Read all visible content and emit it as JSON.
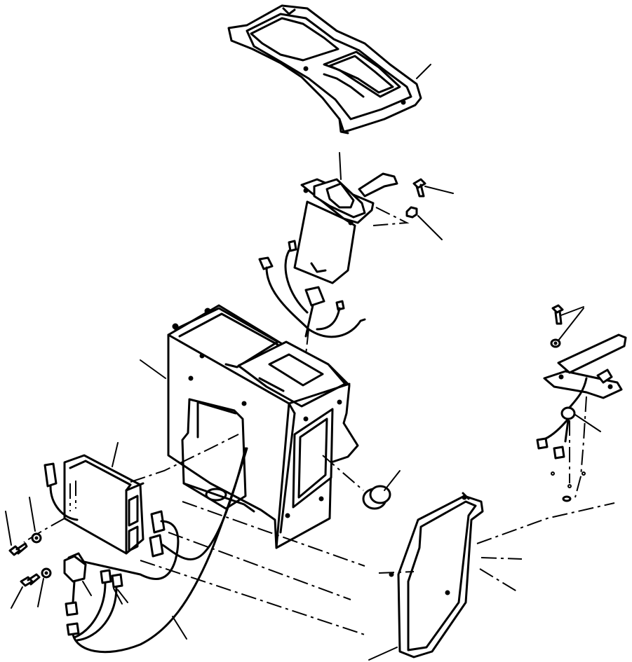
{
  "diagram": {
    "background": "#ffffff",
    "ink": "#000000",
    "parts": [
      "upper-cover",
      "shift-lever",
      "bolt",
      "nut",
      "harness",
      "console-frame",
      "controller",
      "relay",
      "cap",
      "side-cover",
      "pedal",
      "bolt-small",
      "washer"
    ]
  }
}
